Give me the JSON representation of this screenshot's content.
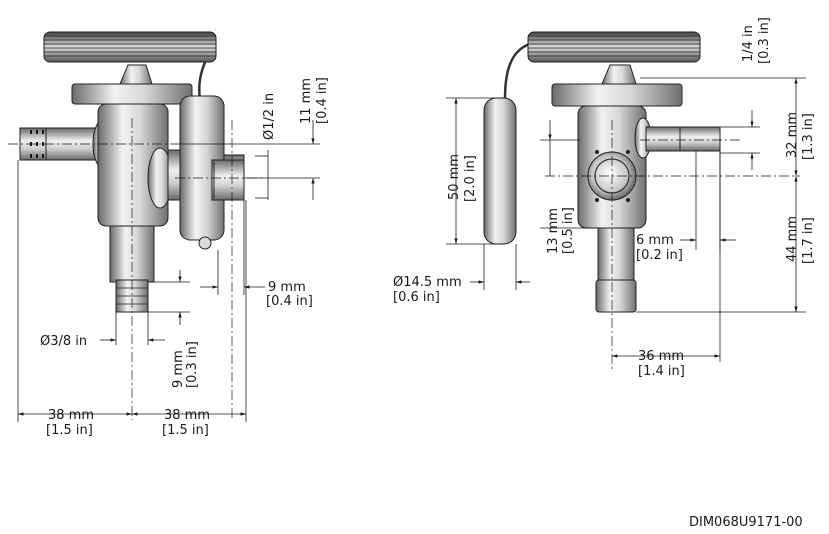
{
  "drawing_ref": "DIM068U9171-00",
  "dims": {
    "d1": {
      "mm": "Ø1/2 in",
      "inch": ""
    },
    "d2": {
      "mm": "11 mm",
      "inch": "[0.4 in]"
    },
    "d3": {
      "mm": "9 mm",
      "inch": "[0.4 in]"
    },
    "d4": {
      "mm": "Ø3/8 in",
      "inch": ""
    },
    "d5": {
      "mm": "9 mm",
      "inch": "[0.3 in]"
    },
    "d6": {
      "mm": "38 mm",
      "inch": "[1.5 in]"
    },
    "d7": {
      "mm": "38 mm",
      "inch": "[1.5 in]"
    },
    "d8": {
      "mm": "50 mm",
      "inch": "[2.0 in]"
    },
    "d9": {
      "mm": "Ø14.5 mm",
      "inch": "[0.6 in]"
    },
    "d10": {
      "mm": "13 mm",
      "inch": "[0.5 in]"
    },
    "d11": {
      "mm": "6 mm",
      "inch": "[0.2 in]"
    },
    "d12": {
      "mm": "1/4 in",
      "inch": "[0.3 in]"
    },
    "d13": {
      "mm": "32 mm",
      "inch": "[1.3 in]"
    },
    "d14": {
      "mm": "44 mm",
      "inch": "[1.7 in]"
    },
    "d15": {
      "mm": "36 mm",
      "inch": "[1.4 in]"
    }
  },
  "colors": {
    "ink": "#1a1a1a",
    "metal_light": "#e6e6e6",
    "metal_mid": "#a8a8a8",
    "metal_dark": "#5a5a5a"
  }
}
